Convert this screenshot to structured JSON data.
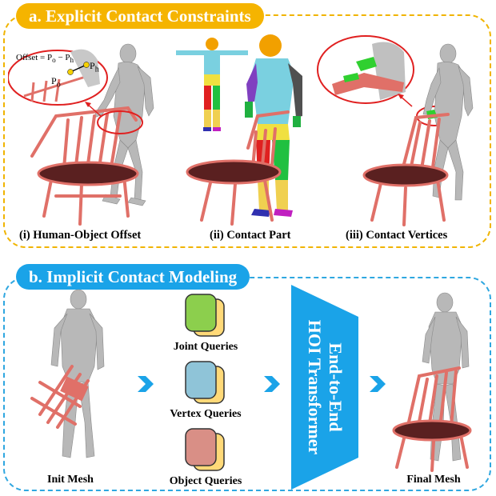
{
  "section_a": {
    "title": "a. Explicit Contact Constraints",
    "items": [
      {
        "caption": "(i) Human-Object Offset"
      },
      {
        "caption": "(ii) Contact Part"
      },
      {
        "caption": "(iii)  Contact Vertices"
      }
    ],
    "offset_formula": "Offset = P",
    "offset_formula_sub1": "o",
    "offset_formula_minus": " − P",
    "offset_formula_sub2": "h",
    "point_h": "P",
    "point_h_sub": "h",
    "point_o": "P",
    "point_o_sub": "o"
  },
  "section_b": {
    "title": "b. Implicit Contact Modeling",
    "init_label": "Init Mesh",
    "queries": [
      {
        "label": "Joint Queries",
        "color": "#8ccf4d"
      },
      {
        "label": "Vertex Queries",
        "color": "#8fc4d8"
      },
      {
        "label": "Object Queries",
        "color": "#d98f86"
      }
    ],
    "query_back_color": "#ffd978",
    "transformer_line1": "End-to-End",
    "transformer_line2": "HOI Transformer",
    "final_label": "Final Mesh"
  },
  "colors": {
    "section_a": "#f0b400",
    "section_b": "#1aa3e8",
    "human": "#b8b8b8",
    "chair_frame": "#e07068",
    "chair_seat": "#5a2020",
    "highlight_circle": "#e02020",
    "contact_green": "#30d030"
  }
}
